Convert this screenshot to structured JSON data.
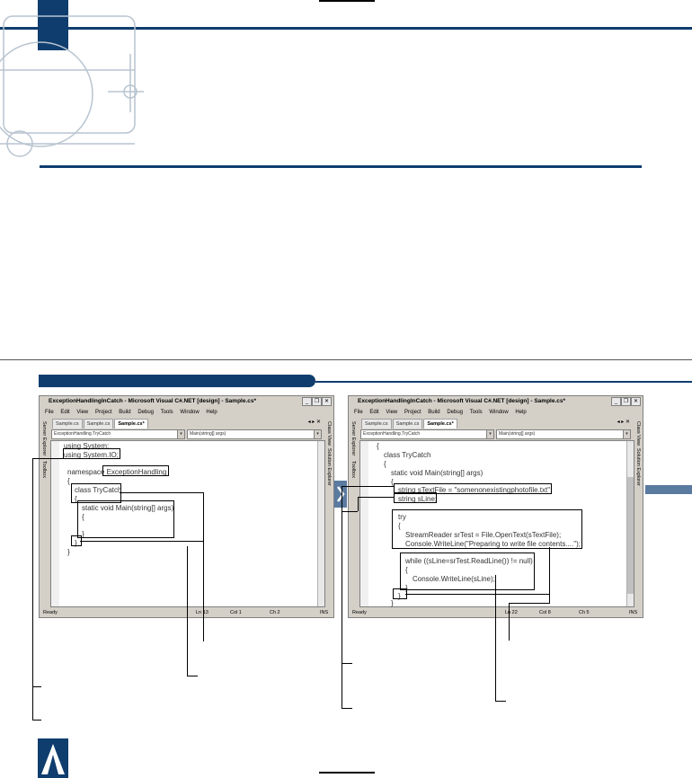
{
  "colors": {
    "navy": "#0f3d6e",
    "steel": "#5a7aa0"
  },
  "left_window": {
    "title": "ExceptionHandlingInCatch - Microsoft Visual C#.NET [design] - Sample.cs*",
    "menu": [
      "File",
      "Edit",
      "View",
      "Project",
      "Build",
      "Debug",
      "Tools",
      "Window",
      "Help"
    ],
    "tabs": [
      "Sample.cs",
      "Sample.cs",
      "Sample.cs*"
    ],
    "class_combo": "ExceptionHandling.TryCatch",
    "method_combo": "Main(string[] args)",
    "left_side_tabs": [
      "Server Explorer",
      "Toolbox"
    ],
    "right_side_tabs": [
      "Class View",
      "Solution Explorer"
    ],
    "code": [
      "using System;",
      "using System.IO;",
      "namespace ExceptionHandling",
      "{",
      "class TryCatch",
      "{",
      "static void Main(string[] args)",
      "{",
      "}",
      "}",
      "}"
    ],
    "status": {
      "ready": "Ready",
      "ln": "Ln 13",
      "col": "Col 1",
      "ch": "Ch 2",
      "ins": "INS"
    }
  },
  "right_window": {
    "title": "ExceptionHandlingInCatch - Microsoft Visual C#.NET [design] - Sample.cs*",
    "menu": [
      "File",
      "Edit",
      "View",
      "Project",
      "Build",
      "Debug",
      "Tools",
      "Window",
      "Help"
    ],
    "tabs": [
      "Sample.cs",
      "Sample.cs",
      "Sample.cs*"
    ],
    "class_combo": "ExceptionHandling.TryCatch",
    "method_combo": "Main(string[] args)",
    "left_side_tabs": [
      "Server Explorer",
      "Toolbox"
    ],
    "right_side_tabs": [
      "Class View",
      "Solution Explorer"
    ],
    "code": [
      "{",
      "class TryCatch",
      "{",
      "static void Main(string[] args)",
      "{",
      "string sTextFile = \"somenonexistingphotofile.txt\";",
      "string sLine;",
      "try",
      "{",
      "StreamReader srTest = File.OpenText(sTextFile);",
      "Console.WriteLine(\"Preparing to write file contents....\");",
      "while ((sLine=srTest.ReadLine()) != null)",
      "{",
      "Console.WriteLine(sLine);",
      "}",
      "}",
      "}"
    ],
    "status": {
      "ready": "Ready",
      "ln": "Ln 22",
      "col": "Col 8",
      "ch": "Ch 5",
      "ins": "INS"
    }
  }
}
